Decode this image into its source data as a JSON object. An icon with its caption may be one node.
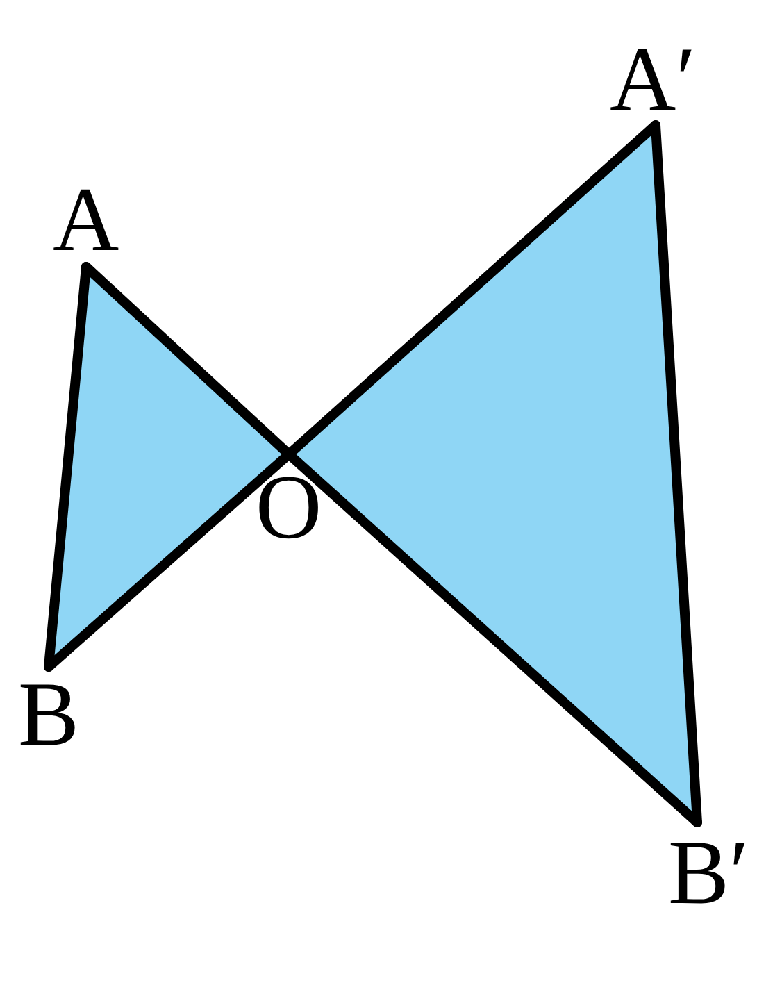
{
  "diagram": {
    "nodes": [
      {
        "text": [
          "A"
        ]
      },
      {
        "text": [
          "B"
        ]
      },
      {
        "text": [
          "O"
        ]
      },
      {
        "text": [
          "A′"
        ]
      },
      {
        "text": [
          "B′"
        ]
      }
    ],
    "edges": [
      {
        "from": 0,
        "to": 1,
        "arrow": "none"
      },
      {
        "from": 0,
        "to": 2,
        "arrow": "none"
      },
      {
        "from": 2,
        "to": 1,
        "arrow": "none"
      },
      {
        "from": 3,
        "to": 2,
        "arrow": "none"
      },
      {
        "from": 2,
        "to": 4,
        "arrow": "none"
      },
      {
        "from": 3,
        "to": 4,
        "arrow": "none"
      }
    ]
  }
}
